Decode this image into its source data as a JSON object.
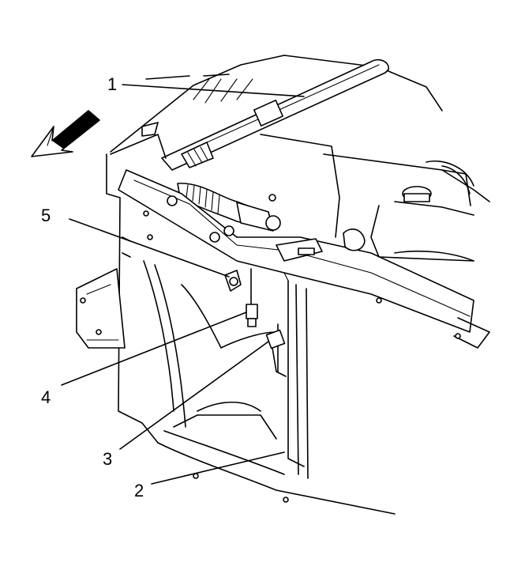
{
  "figure": {
    "callouts": [
      {
        "id": "1",
        "label": "1"
      },
      {
        "id": "2",
        "label": "2"
      },
      {
        "id": "3",
        "label": "3"
      },
      {
        "id": "4",
        "label": "4"
      },
      {
        "id": "5",
        "label": "5"
      }
    ],
    "arrow_icon": "front-direction-arrow-icon",
    "colors": {
      "line": "#000000",
      "background": "#ffffff"
    }
  }
}
